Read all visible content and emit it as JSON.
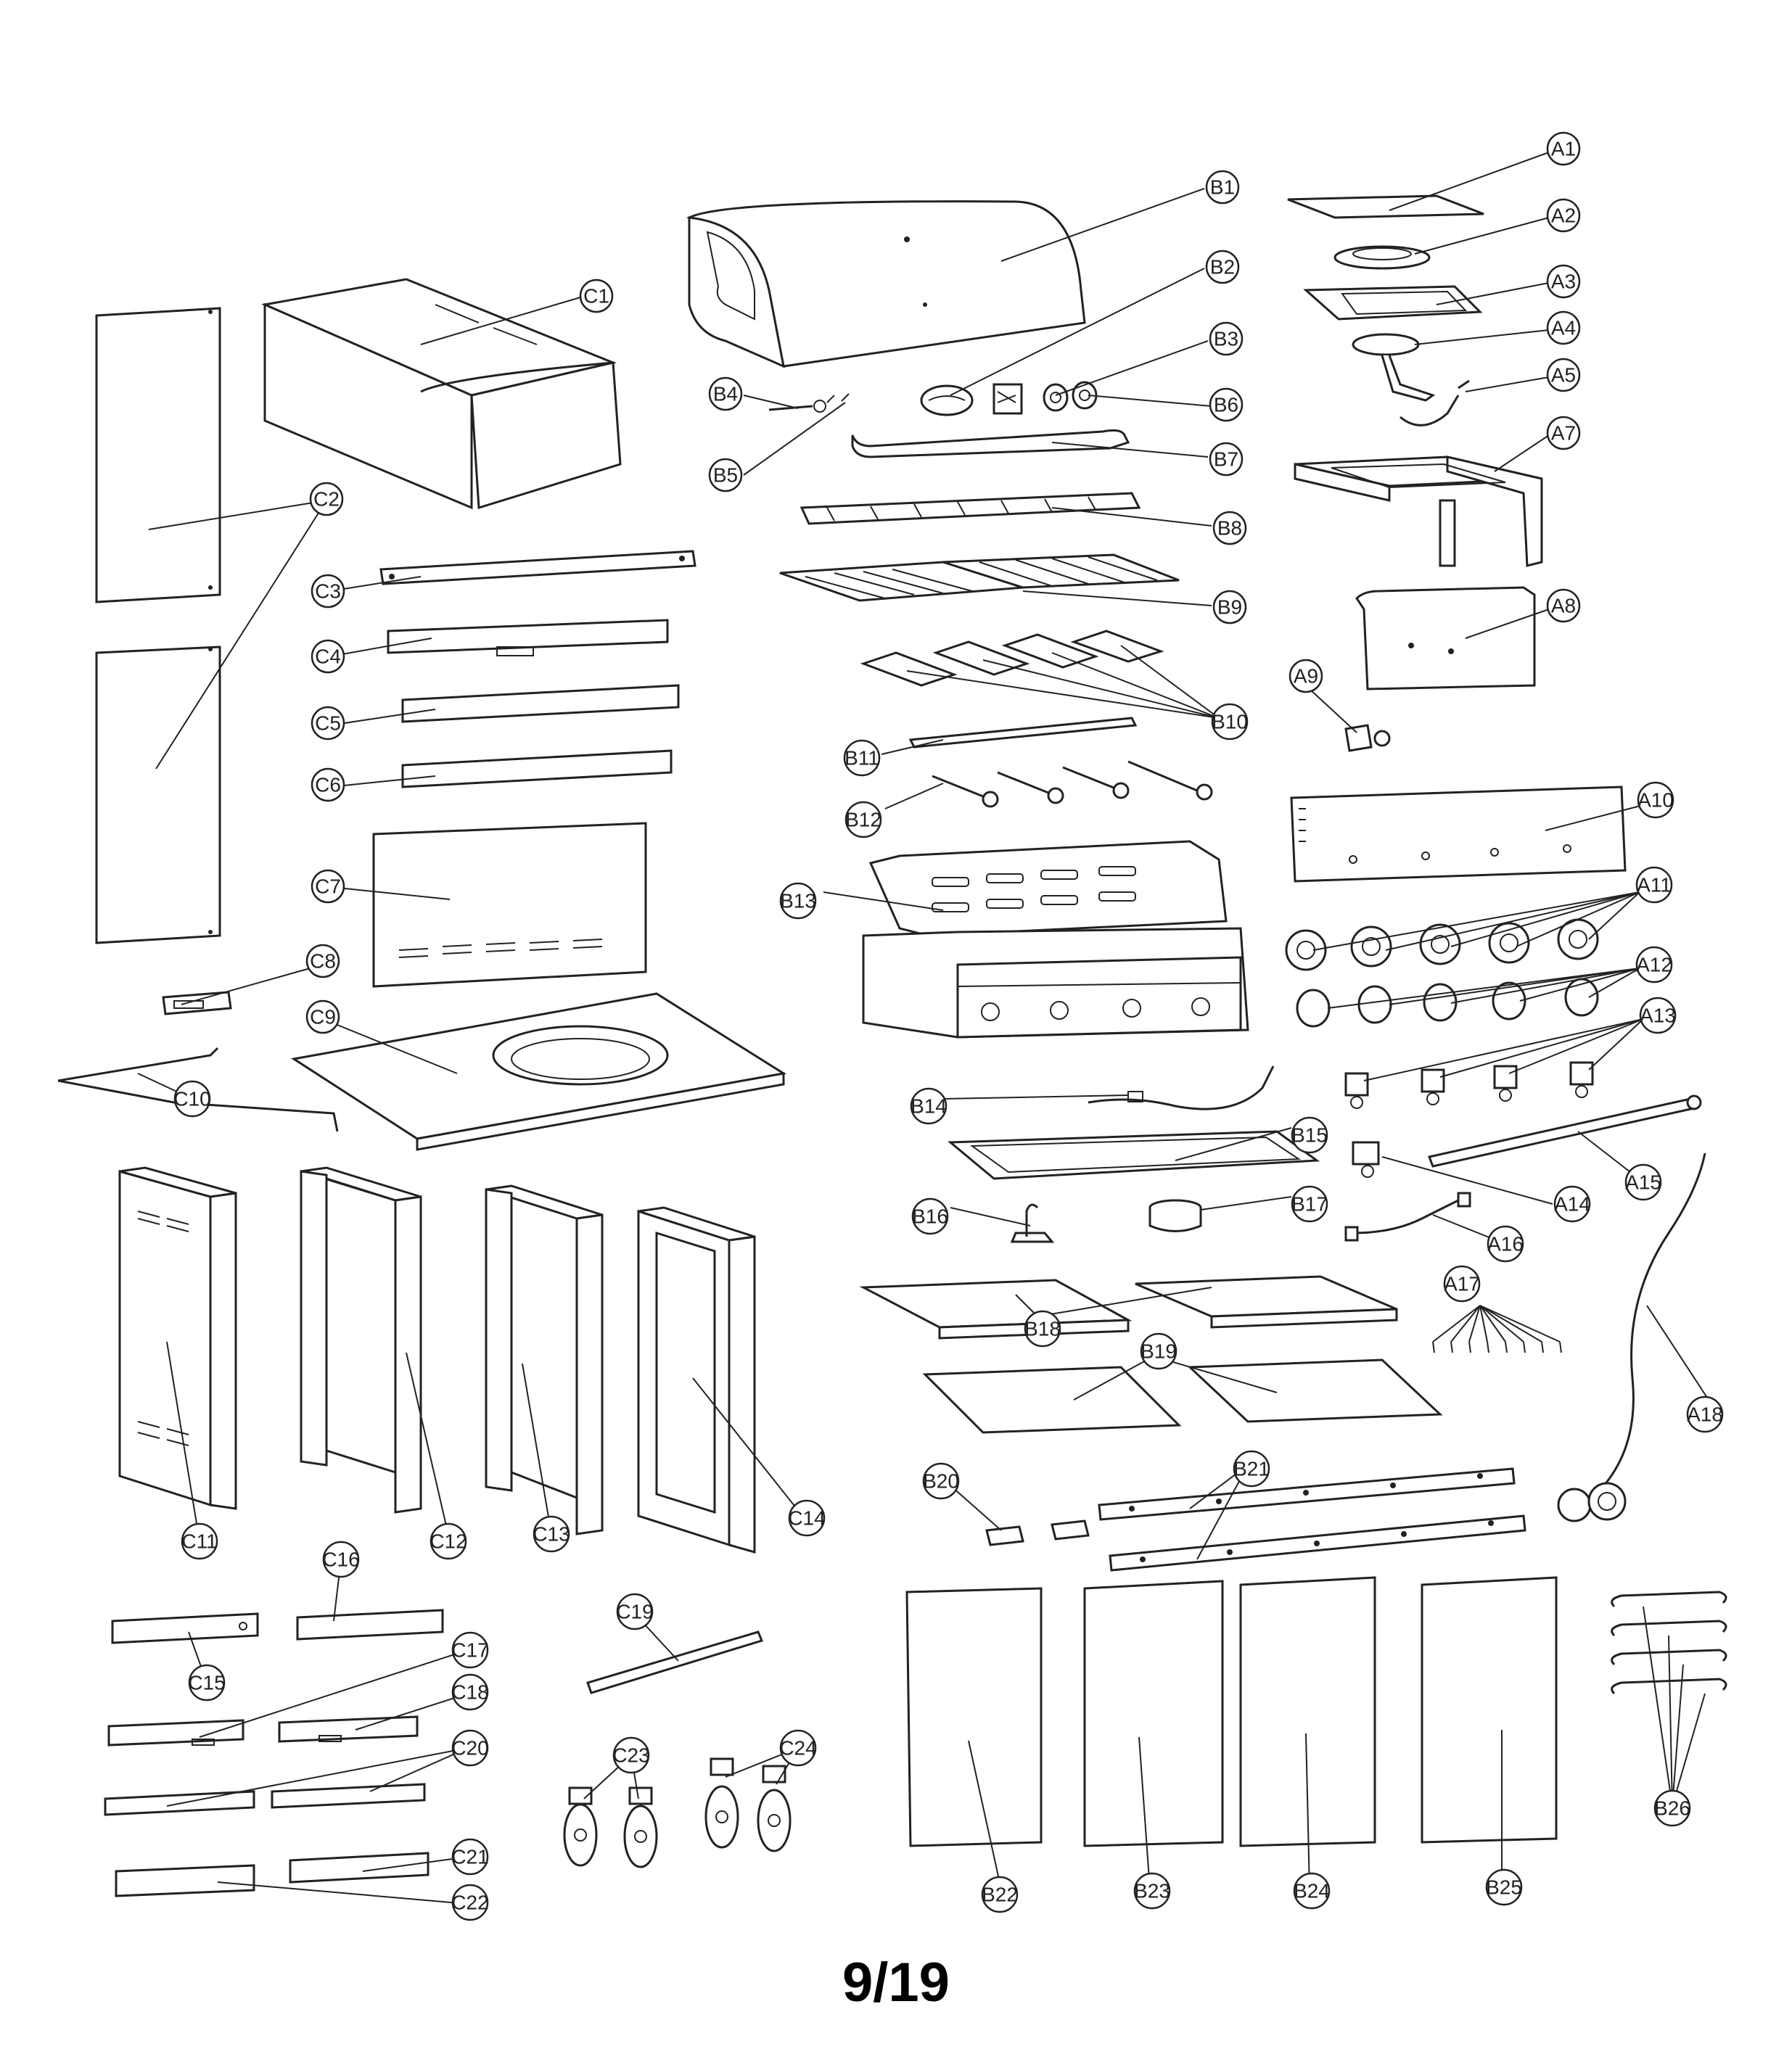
{
  "page_number": "9/19",
  "labels": {
    "A1": "A1",
    "A2": "A2",
    "A3": "A3",
    "A4": "A4",
    "A5": "A5",
    "A7": "A7",
    "A8": "A8",
    "A9": "A9",
    "A10": "A10",
    "A11": "A11",
    "A12": "A12",
    "A13": "A13",
    "A14": "A14",
    "A15": "A15",
    "A16": "A16",
    "A17": "A17",
    "A18": "A18",
    "B1": "B1",
    "B2": "B2",
    "B3": "B3",
    "B4": "B4",
    "B5": "B5",
    "B6": "B6",
    "B7": "B7",
    "B8": "B8",
    "B9": "B9",
    "B10": "B10",
    "B11": "B11",
    "B12": "B12",
    "B13": "B13",
    "B14": "B14",
    "B15": "B15",
    "B16": "B16",
    "B17": "B17",
    "B18": "B18",
    "B19": "B19",
    "B20": "B20",
    "B21": "B21",
    "B22": "B22",
    "B23": "B23",
    "B24": "B24",
    "B25": "B25",
    "B26": "B26",
    "C1": "C1",
    "C2": "C2",
    "C3": "C3",
    "C4": "C4",
    "C5": "C5",
    "C6": "C6",
    "C7": "C7",
    "C8": "C8",
    "C9": "C9",
    "C10": "C10",
    "C11": "C11",
    "C12": "C12",
    "C13": "C13",
    "C14": "C14",
    "C15": "C15",
    "C16": "C16",
    "C17": "C17",
    "C18": "C18",
    "C19": "C19",
    "C20": "C20",
    "C21": "C21",
    "C22": "C22",
    "C23": "C23",
    "C24": "C24"
  }
}
